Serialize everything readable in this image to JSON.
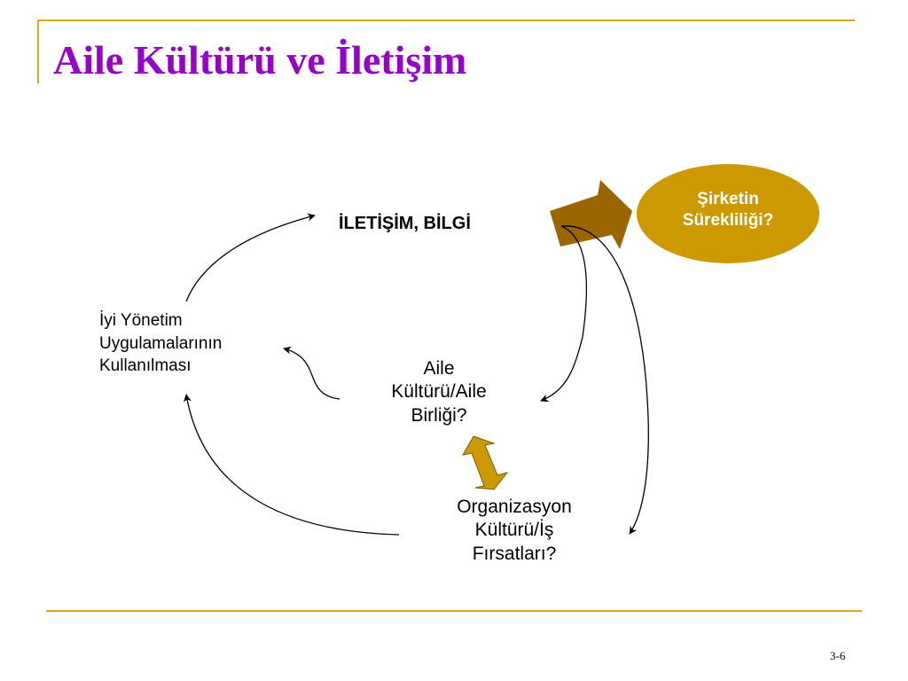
{
  "title": "Aile Kültürü ve İletişim",
  "nodes": {
    "iletisim": "İLETİŞİM, BİLGİ",
    "iyi_yonetim": [
      "İyi Yönetim",
      "Uygulamalarının",
      "Kullanılması"
    ],
    "aile_kulturu": [
      "Aile",
      "Kültürü/Aile",
      "Birliği?"
    ],
    "organizasyon": [
      "Organizasyon",
      "Kültürü/İş",
      "Fırsatları?"
    ],
    "sirket": [
      "Şirketin",
      "Sürekliliği?"
    ]
  },
  "colors": {
    "title": "#9900CC",
    "frame": "#DAA520",
    "ellipse": "#CC9900",
    "block_arrow": "#996600",
    "double_arrow": "#CC9900"
  },
  "page_number": "3-6"
}
